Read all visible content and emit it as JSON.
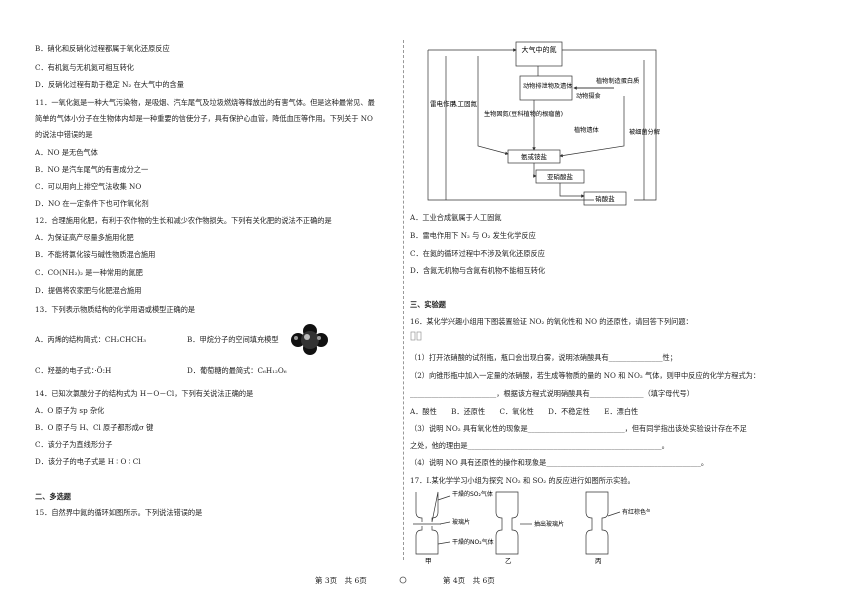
{
  "left": {
    "l1": "B．硝化和反硝化过程都属于氧化还原反应",
    "l2": "C．有机氮与无机氮可相互转化",
    "l3": "D．反硝化过程有助于稳定 N₂ 在大气中的含量",
    "q11a": "11．一氧化氮是一种大气污染物，是吸烟、汽车尾气及垃圾燃烧等释放出的有害气体。但是这种最常见、最",
    "q11b": "简单的气体小分子在生物体内却是一种重要的信使分子，具有保护心血管，降低血压等作用。下列关于 NO",
    "q11c": "的说法中错误的是",
    "q11A": "A．NO 是无色气体",
    "q11B": "B．NO 是汽车尾气的有害成分之一",
    "q11C": "C．可以用向上排空气法收集 NO",
    "q11D": "D．NO 在一定条件下也可作氧化剂",
    "q12": "12．合理施用化肥，有利于农作物的生长和减少农作物损失。下列有关化肥的说法不正确的是",
    "q12A": "A．为保证高产尽量多施用化肥",
    "q12B": "B．不能将氯化铵与碱性物质混合施用",
    "q12C": "C．CO(NH₂)₂ 是一种常用的氮肥",
    "q12D": "D．提倡将农家肥与化肥混合施用",
    "q13": "13．下列表示物质结构的化学用语或模型正确的是",
    "q13A": "A．丙烯的结构简式：CH₂CHCH₃",
    "q13B": "B．甲烷分子的空间填充模型",
    "q13C": "C．羟基的电子式：·Ö:H",
    "q13D": "D．葡萄糖的最简式：C₆H₁₂O₆",
    "q14": "14．已知次氯酸分子的结构式为 H－O－Cl，下列有关说法正确的是",
    "q14A": "A．O 原子为 sp 杂化",
    "q14B": "B．O 原子与 H、Cl 原子都形成σ 键",
    "q14C": "C．该分子为直线形分子",
    "q14D": "D．该分子的电子式是 H ∶ O ∶ Cl",
    "sec2": "二、多选题",
    "q15": "15．自然界中氮的循环如图所示。下列说法错误的是"
  },
  "diagram": {
    "air_n2": "大气中的氮",
    "lightning": "雷电作用",
    "artificial": "人工固氮",
    "bio_fix": "生物固氮(豆科植物的根瘤菌)",
    "animal_excrete": "动物排泄物及遗体",
    "animal_eat": "动物摄食",
    "plant_protein": "植物制造蛋白质",
    "plant_remains": "植物遗体",
    "bacteria": "被细菌分解",
    "ammonia": "氨或铵盐",
    "nitrite": "亚硝酸盐",
    "nitrate": "硝酸盐"
  },
  "right": {
    "q15A": "A．工业合成氨属于人工固氮",
    "q15B": "B．雷电作用下 N₂ 与 O₂ 发生化学反应",
    "q15C": "C．在氮的循环过程中不涉及氧化还原反应",
    "q15D": "D．含氮无机物与含氮有机物不能相互转化",
    "sec3": "三、实验题",
    "q16": "16．某化学兴趣小组用下图装置验证 NO₂ 的氧化性和 NO 的还原性，请回答下列问题：",
    "q16_1": "（1）打开浓硝酸的试剂瓶，瓶口会出现白雾，说明浓硝酸具有_______________性；",
    "q16_2": "（2）向锥形瓶中加入一定量的浓硝酸，若生成等物质的量的 NO 和 NO₂ 气体，则甲中反应的化学方程式为：",
    "q16_2b": "________________________，根据该方程式说明硝酸具有_______________（填字母代号）",
    "q16_opts": "A．酸性　　B．还原性　　C．氧化性　　D．不稳定性　　E．漂白性",
    "q16_3": "（3）说明 NO₂ 具有氧化性的现象是___________________________，但有同学指出该处实验设计存在不足",
    "q16_3b": "之处，他的理由是______________________________________________________。",
    "q16_4": "（4）说明 NO 具有还原性的操作和现象是___________________________________________。",
    "q17": "17．Ⅰ.某化学学习小组为探究 NO₂ 和 SO₂ 的反应进行如图所示实验。",
    "app_so2": "干燥的SO₂气体",
    "app_glass": "玻璃片",
    "app_no2": "干燥的NO₂气体",
    "app_remove": "抽出玻璃片",
    "app_brown": "有红棕色气体产生",
    "app_jia": "甲",
    "app_yi": "乙",
    "app_bing": "丙"
  },
  "footer": {
    "page3": "第 3页　共 6页",
    "page4": "第 4页　共 6页"
  }
}
